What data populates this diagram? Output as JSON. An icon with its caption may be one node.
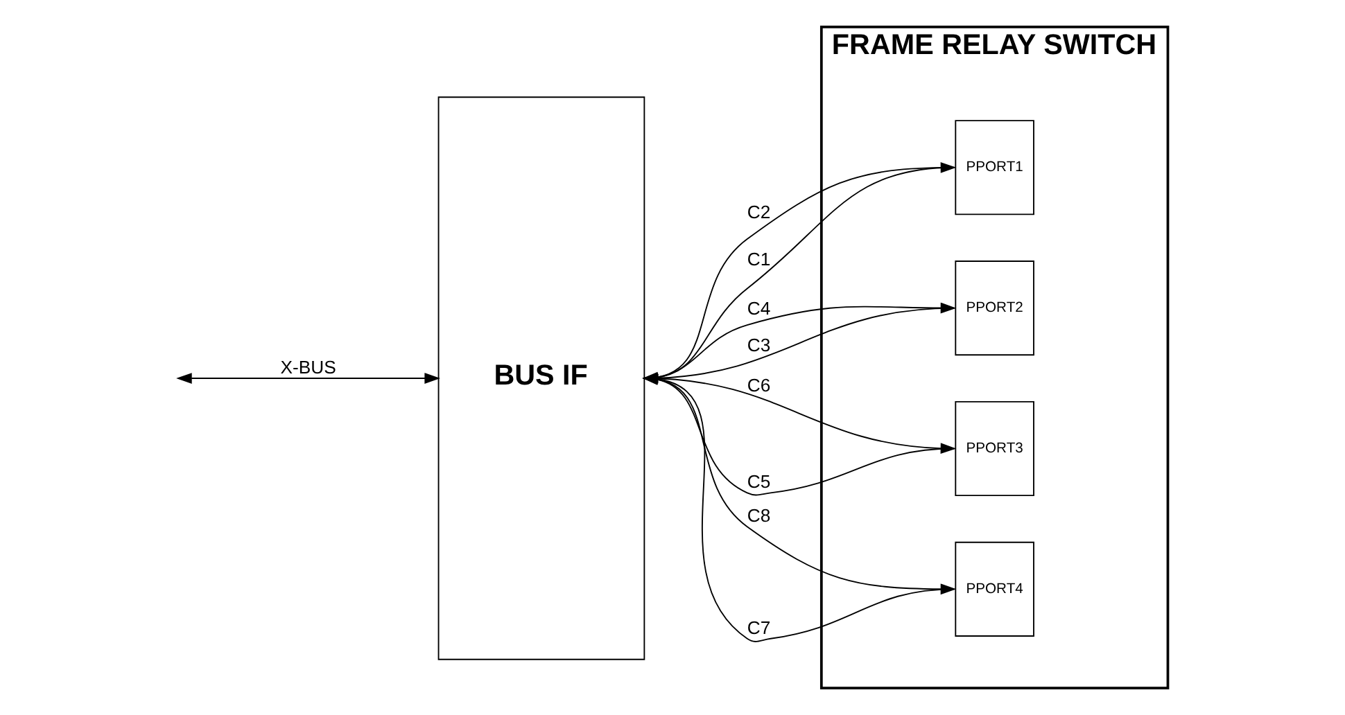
{
  "diagram": {
    "nodes": [
      {
        "text": [
          "BUS IF"
        ]
      },
      {
        "text": [
          "FRAME RELAY SWITCH"
        ]
      },
      {
        "text": [
          "PPORT1"
        ],
        "in": 1
      },
      {
        "text": [
          "PPORT2"
        ],
        "in": 1
      },
      {
        "text": [
          "PPORT3"
        ],
        "in": 1
      },
      {
        "text": [
          "PPORT4"
        ],
        "in": 1
      }
    ],
    "edges": [
      {
        "from": null,
        "to": 0,
        "arrow": "both",
        "label": "X-BUS"
      },
      {
        "from": 2,
        "to": 0,
        "arrow": "to",
        "label": "C1"
      },
      {
        "from": 0,
        "to": 2,
        "arrow": "to",
        "label": "C2"
      },
      {
        "from": 3,
        "to": 0,
        "arrow": "to",
        "label": "C3"
      },
      {
        "from": 0,
        "to": 3,
        "arrow": "to",
        "label": "C4"
      },
      {
        "from": 4,
        "to": 0,
        "arrow": "to",
        "label": "C5"
      },
      {
        "from": 0,
        "to": 4,
        "arrow": "to",
        "label": "C6"
      },
      {
        "from": 5,
        "to": 0,
        "arrow": "to",
        "label": "C7"
      },
      {
        "from": 0,
        "to": 5,
        "arrow": "to",
        "label": "C8"
      }
    ]
  }
}
